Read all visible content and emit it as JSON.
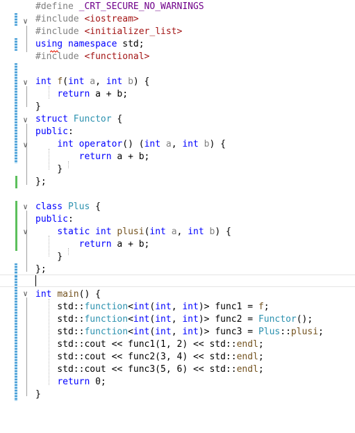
{
  "editor": {
    "lines": [
      [
        [
          "#define ",
          "pp"
        ],
        [
          "_CRT_SECURE_NO_WARNINGS",
          "macro"
        ]
      ],
      [
        [
          "#include ",
          "pp"
        ],
        [
          "<iostream>",
          "str"
        ]
      ],
      [
        [
          "#include ",
          "pp"
        ],
        [
          "<initializer_list>",
          "str"
        ]
      ],
      [
        [
          "using",
          "kw"
        ],
        [
          " ",
          ""
        ],
        [
          "namespace",
          "kw"
        ],
        [
          " std;",
          ""
        ]
      ],
      [
        [
          "#include ",
          "pp"
        ],
        [
          "<functional>",
          "str"
        ]
      ],
      [],
      [
        [
          "int",
          "kw"
        ],
        [
          " ",
          ""
        ],
        [
          "f",
          "fn"
        ],
        [
          "(",
          ""
        ],
        [
          "int",
          "kw"
        ],
        [
          " ",
          ""
        ],
        [
          "a",
          "param"
        ],
        [
          ", ",
          ""
        ],
        [
          "int",
          "kw"
        ],
        [
          " ",
          ""
        ],
        [
          "b",
          "param"
        ],
        [
          ") {",
          ""
        ]
      ],
      [
        [
          "    ",
          ""
        ],
        [
          "return",
          "kw"
        ],
        [
          " a + b;",
          ""
        ]
      ],
      [
        [
          "}",
          ""
        ]
      ],
      [
        [
          "struct",
          "kw"
        ],
        [
          " ",
          ""
        ],
        [
          "Functor",
          "type"
        ],
        [
          " {",
          ""
        ]
      ],
      [
        [
          "public",
          "kw"
        ],
        [
          ":",
          ""
        ]
      ],
      [
        [
          "    ",
          ""
        ],
        [
          "int",
          "kw"
        ],
        [
          " ",
          ""
        ],
        [
          "operator",
          "kw"
        ],
        [
          "() (",
          ""
        ],
        [
          "int",
          "kw"
        ],
        [
          " ",
          ""
        ],
        [
          "a",
          "param"
        ],
        [
          ", ",
          ""
        ],
        [
          "int",
          "kw"
        ],
        [
          " ",
          ""
        ],
        [
          "b",
          "param"
        ],
        [
          ") {",
          ""
        ]
      ],
      [
        [
          "        ",
          ""
        ],
        [
          "return",
          "kw"
        ],
        [
          " a + b;",
          ""
        ]
      ],
      [
        [
          "    }",
          ""
        ]
      ],
      [
        [
          "};",
          ""
        ]
      ],
      [],
      [
        [
          "class",
          "kw"
        ],
        [
          " ",
          ""
        ],
        [
          "Plus",
          "type"
        ],
        [
          " {",
          ""
        ]
      ],
      [
        [
          "public",
          "kw"
        ],
        [
          ":",
          ""
        ]
      ],
      [
        [
          "    ",
          ""
        ],
        [
          "static",
          "kw"
        ],
        [
          " ",
          ""
        ],
        [
          "int",
          "kw"
        ],
        [
          " ",
          ""
        ],
        [
          "plusi",
          "fn"
        ],
        [
          "(",
          ""
        ],
        [
          "int",
          "kw"
        ],
        [
          " ",
          ""
        ],
        [
          "a",
          "param"
        ],
        [
          ", ",
          ""
        ],
        [
          "int",
          "kw"
        ],
        [
          " ",
          ""
        ],
        [
          "b",
          "param"
        ],
        [
          ") {",
          ""
        ]
      ],
      [
        [
          "        ",
          ""
        ],
        [
          "return",
          "kw"
        ],
        [
          " a + b;",
          ""
        ]
      ],
      [
        [
          "    }",
          ""
        ]
      ],
      [
        [
          "};",
          ""
        ]
      ],
      [],
      [
        [
          "int",
          "kw"
        ],
        [
          " ",
          ""
        ],
        [
          "main",
          "fn"
        ],
        [
          "() {",
          ""
        ]
      ],
      [
        [
          "    std::",
          ""
        ],
        [
          "function",
          "type"
        ],
        [
          "<",
          ""
        ],
        [
          "int",
          "kw"
        ],
        [
          "(",
          ""
        ],
        [
          "int",
          "kw"
        ],
        [
          ", ",
          ""
        ],
        [
          "int",
          "kw"
        ],
        [
          ")> func1 = ",
          ""
        ],
        [
          "f",
          "fn"
        ],
        [
          ";",
          ""
        ]
      ],
      [
        [
          "    std::",
          ""
        ],
        [
          "function",
          "type"
        ],
        [
          "<",
          ""
        ],
        [
          "int",
          "kw"
        ],
        [
          "(",
          ""
        ],
        [
          "int",
          "kw"
        ],
        [
          ", ",
          ""
        ],
        [
          "int",
          "kw"
        ],
        [
          ")> func2 = ",
          ""
        ],
        [
          "Functor",
          "type"
        ],
        [
          "();",
          ""
        ]
      ],
      [
        [
          "    std::",
          ""
        ],
        [
          "function",
          "type"
        ],
        [
          "<",
          ""
        ],
        [
          "int",
          "kw"
        ],
        [
          "(",
          ""
        ],
        [
          "int",
          "kw"
        ],
        [
          ", ",
          ""
        ],
        [
          "int",
          "kw"
        ],
        [
          ")> func3 = ",
          ""
        ],
        [
          "Plus",
          "type"
        ],
        [
          "::",
          ""
        ],
        [
          "plusi",
          "fn"
        ],
        [
          ";",
          ""
        ]
      ],
      [
        [
          "    std::cout << func1(1, 2) << std::",
          ""
        ],
        [
          "endl",
          "fn"
        ],
        [
          ";",
          ""
        ]
      ],
      [
        [
          "    std::cout << func2(3, 4) << std::",
          ""
        ],
        [
          "endl",
          "fn"
        ],
        [
          ";",
          ""
        ]
      ],
      [
        [
          "    std::cout << func3(5, 6) << std::",
          ""
        ],
        [
          "endl",
          "fn"
        ],
        [
          ";",
          ""
        ]
      ],
      [
        [
          "    ",
          ""
        ],
        [
          "return",
          "kw"
        ],
        [
          " 0;",
          ""
        ]
      ],
      [
        [
          "}",
          ""
        ]
      ]
    ],
    "fold_marker": "∨"
  }
}
